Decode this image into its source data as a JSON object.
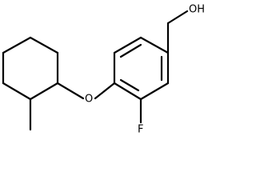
{
  "structure": {
    "atoms": [
      {
        "id": "OH",
        "label": "OH"
      },
      {
        "id": "O",
        "label": "O"
      },
      {
        "id": "F",
        "label": "F"
      }
    ]
  },
  "colors": {
    "bond": "#000000",
    "text": "#000000",
    "background": "#ffffff"
  }
}
